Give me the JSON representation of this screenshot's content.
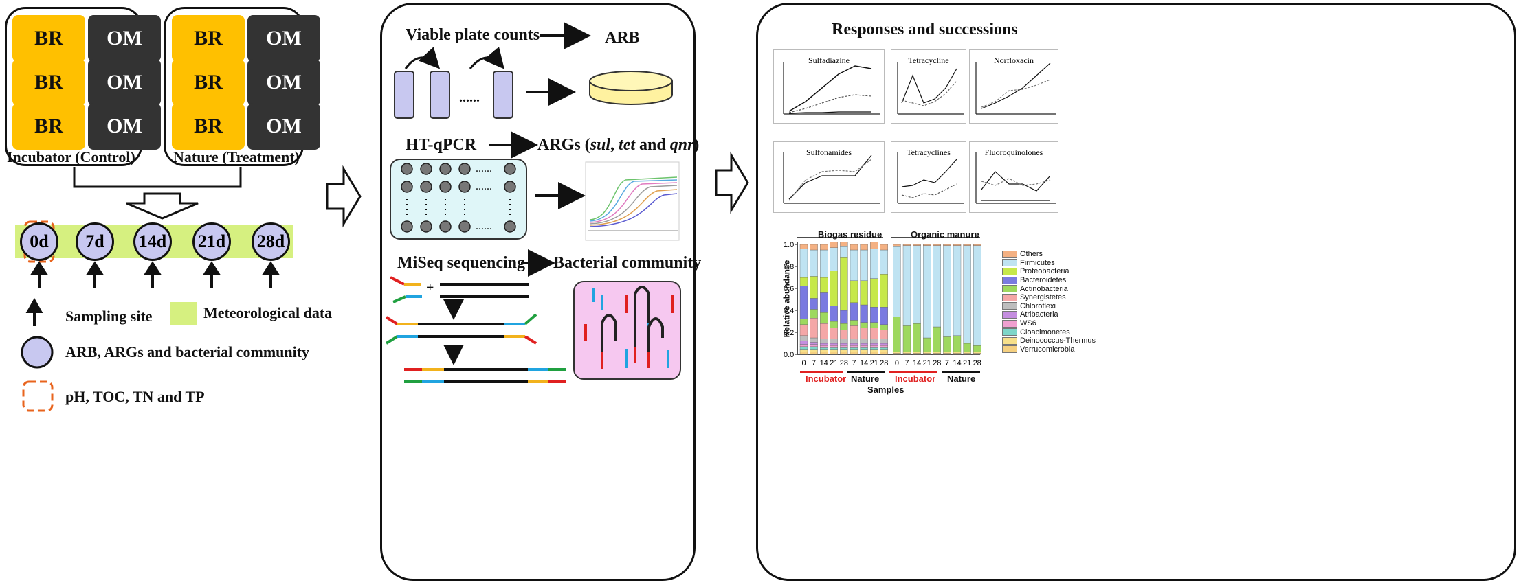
{
  "left": {
    "tile_br": "BR",
    "tile_om": "OM",
    "incubator_label": "Incubator (Control)",
    "nature_label": "Nature (Treatment)",
    "days": [
      "0d",
      "7d",
      "14d",
      "21d",
      "28d"
    ],
    "legend": {
      "sampling": "Sampling site",
      "meteo": "Meteorological data",
      "arb": "ARB, ARGs and bacterial community",
      "ph": "pH, TOC, TN and TP"
    }
  },
  "middle": {
    "viable": "Viable plate counts",
    "arb": "ARB",
    "htqpcr": "HT-qPCR",
    "args_prefix": "ARGs (",
    "args_sul": "sul",
    "args_sep1": ", ",
    "args_tet": "tet",
    "args_and": " and ",
    "args_qnr": "qnr",
    "args_suffix": ")",
    "miseq": "MiSeq sequencing",
    "community": "Bacterial community",
    "dots": "......",
    "plus": "+"
  },
  "right": {
    "title": "Responses and successions",
    "chart_titles": [
      "Sulfadiazine",
      "Tetracycline",
      "Norfloxacin",
      "Sulfonamides",
      "Tetracyclines",
      "Fluoroquinolones"
    ],
    "bar_group_labels": [
      "Biogas residue",
      "Organic manure"
    ],
    "bar_x_ticks": [
      "0",
      "7",
      "14",
      "21",
      "28",
      "7",
      "14",
      "21",
      "28",
      "0",
      "7",
      "14",
      "21",
      "28",
      "7",
      "14",
      "21",
      "28"
    ],
    "incubator": "Incubator",
    "nature": "Nature",
    "samples": "Samples",
    "ylabel": "Relative abundance",
    "y_ticks": [
      "1.0",
      "0.8",
      "0.6",
      "0.4",
      "0.2",
      "0.0"
    ],
    "legend_items": [
      "Others",
      "Firmicutes",
      "Proteobacteria",
      "Bacteroidetes",
      "Actinobacteria",
      "Synergistetes",
      "Chloroflexi",
      "Atribacteria",
      "WS6",
      "Cloacimonetes",
      "Deinococcus-Thermus",
      "Verrucomicrobia"
    ],
    "legend_colors": [
      "#f4b183",
      "#bfe3f2",
      "#c6e84a",
      "#7a7ae0",
      "#9ed85e",
      "#f4a7a7",
      "#bdbdbd",
      "#c58ee0",
      "#f0a0d0",
      "#7fd6c9",
      "#f7e08a",
      "#f5d080"
    ]
  },
  "chart_data": {
    "type": "bar",
    "title": "",
    "xlabel": "Samples",
    "ylabel": "Relative abundance",
    "ylim": [
      0,
      1
    ],
    "categories": [
      "BR-0",
      "BR-I7",
      "BR-I14",
      "BR-I21",
      "BR-I28",
      "BR-N7",
      "BR-N14",
      "BR-N21",
      "BR-N28",
      "OM-0",
      "OM-I7",
      "OM-I14",
      "OM-I21",
      "OM-I28",
      "OM-N7",
      "OM-N14",
      "OM-N21",
      "OM-N28"
    ],
    "series": [
      {
        "name": "Verrucomicrobia",
        "values": [
          0.02,
          0.02,
          0.02,
          0.02,
          0.02,
          0.02,
          0.02,
          0.02,
          0.02,
          0.01,
          0.01,
          0.01,
          0.01,
          0.01,
          0.01,
          0.01,
          0.01,
          0.01
        ]
      },
      {
        "name": "Deinococcus-Thermus",
        "values": [
          0.02,
          0.02,
          0.02,
          0.02,
          0.02,
          0.02,
          0.02,
          0.02,
          0.02,
          0.01,
          0.01,
          0.01,
          0.01,
          0.01,
          0.01,
          0.01,
          0.01,
          0.01
        ]
      },
      {
        "name": "Cloacimonetes",
        "values": [
          0.03,
          0.03,
          0.02,
          0.02,
          0.02,
          0.02,
          0.02,
          0.02,
          0.02,
          0.0,
          0.0,
          0.0,
          0.0,
          0.0,
          0.0,
          0.0,
          0.0,
          0.0
        ]
      },
      {
        "name": "WS6",
        "values": [
          0.02,
          0.02,
          0.02,
          0.02,
          0.02,
          0.02,
          0.02,
          0.02,
          0.02,
          0.0,
          0.0,
          0.0,
          0.0,
          0.0,
          0.0,
          0.0,
          0.0,
          0.0
        ]
      },
      {
        "name": "Atribacteria",
        "values": [
          0.03,
          0.02,
          0.02,
          0.02,
          0.02,
          0.02,
          0.02,
          0.02,
          0.02,
          0.0,
          0.0,
          0.0,
          0.0,
          0.0,
          0.0,
          0.0,
          0.0,
          0.0
        ]
      },
      {
        "name": "Chloroflexi",
        "values": [
          0.05,
          0.04,
          0.04,
          0.04,
          0.04,
          0.04,
          0.04,
          0.04,
          0.04,
          0.0,
          0.0,
          0.0,
          0.0,
          0.0,
          0.0,
          0.0,
          0.0,
          0.0
        ]
      },
      {
        "name": "Synergistetes",
        "values": [
          0.1,
          0.18,
          0.14,
          0.1,
          0.08,
          0.12,
          0.1,
          0.1,
          0.08,
          0.0,
          0.0,
          0.0,
          0.0,
          0.0,
          0.0,
          0.0,
          0.0,
          0.0
        ]
      },
      {
        "name": "Actinobacteria",
        "values": [
          0.05,
          0.08,
          0.1,
          0.06,
          0.06,
          0.05,
          0.05,
          0.05,
          0.05,
          0.32,
          0.24,
          0.26,
          0.13,
          0.23,
          0.14,
          0.15,
          0.08,
          0.06
        ]
      },
      {
        "name": "Bacteroidetes",
        "values": [
          0.3,
          0.1,
          0.18,
          0.14,
          0.12,
          0.16,
          0.16,
          0.14,
          0.16,
          0.0,
          0.0,
          0.0,
          0.0,
          0.0,
          0.0,
          0.0,
          0.0,
          0.0
        ]
      },
      {
        "name": "Proteobacteria",
        "values": [
          0.08,
          0.2,
          0.14,
          0.32,
          0.48,
          0.2,
          0.22,
          0.26,
          0.3,
          0.0,
          0.0,
          0.0,
          0.0,
          0.0,
          0.0,
          0.0,
          0.0,
          0.0
        ]
      },
      {
        "name": "Firmicutes",
        "values": [
          0.26,
          0.24,
          0.25,
          0.21,
          0.1,
          0.28,
          0.28,
          0.27,
          0.22,
          0.64,
          0.73,
          0.71,
          0.84,
          0.74,
          0.83,
          0.82,
          0.89,
          0.91
        ]
      },
      {
        "name": "Others",
        "values": [
          0.04,
          0.05,
          0.05,
          0.05,
          0.04,
          0.05,
          0.05,
          0.06,
          0.05,
          0.02,
          0.01,
          0.01,
          0.01,
          0.01,
          0.01,
          0.01,
          0.01,
          0.01
        ]
      }
    ]
  }
}
